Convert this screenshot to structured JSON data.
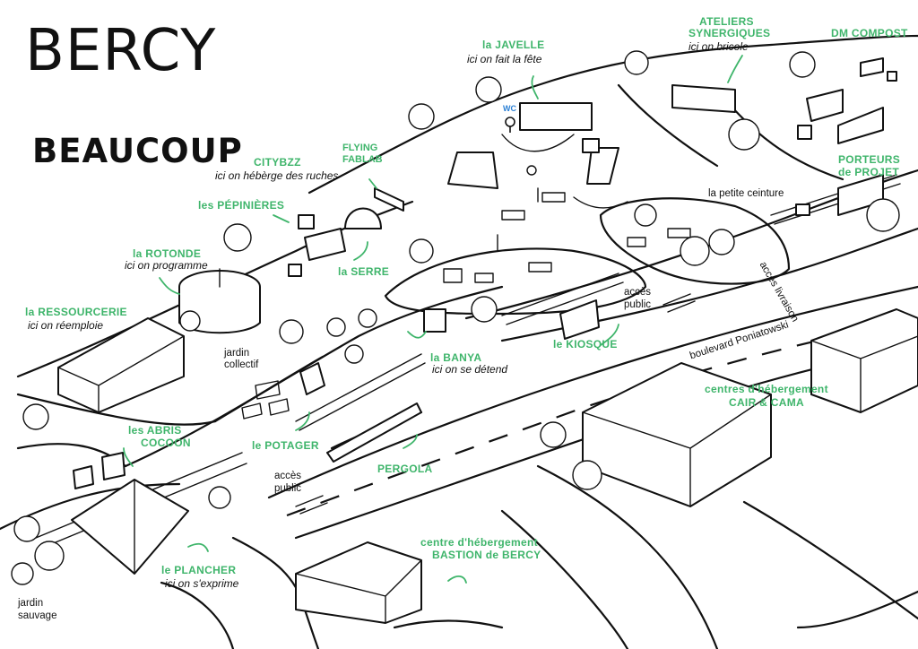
{
  "title": {
    "line1": "BERCY",
    "line2": "BEAUCOUP"
  },
  "colors": {
    "accent_green": "#3fb56b",
    "ink": "#111111",
    "wc_blue": "#2a7fd4"
  },
  "places": {
    "javelle": {
      "name": "la JAVELLE",
      "desc": "ici on fait la fête"
    },
    "ateliers": {
      "name1": "ATELIERS",
      "name2": "SYNERGIQUES",
      "desc": "ici on bricole"
    },
    "dm_compost": {
      "name": "DM COMPOST"
    },
    "citybzz": {
      "name": "CITYBZZ",
      "desc": "ici on hébèrge des ruches"
    },
    "flying_fablab": {
      "name1": "FLYING",
      "name2": "FABLAB"
    },
    "pepinieres": {
      "name": "les PÉPINIÈRES"
    },
    "rotonde": {
      "name": "la ROTONDE",
      "desc": "ici on programme"
    },
    "serre": {
      "name": "la SERRE"
    },
    "ressourcerie": {
      "name": "la RESSOURCERIE",
      "desc": "ici on réemploie"
    },
    "porteurs": {
      "name1": "PORTEURS",
      "name2": "de PROJET"
    },
    "petite_ceinture": {
      "name": "la petite ceinture"
    },
    "acces_livraison": {
      "name": "accès livraison"
    },
    "acces_public_1": {
      "name1": "accès",
      "name2": "public"
    },
    "acces_public_2": {
      "name1": "accès",
      "name2": "public"
    },
    "boulevard": {
      "name": "boulevard Poniatowski"
    },
    "kiosque": {
      "name": "le KIOSQUE"
    },
    "banya": {
      "name": "la BANYA",
      "desc": "ici on se détend"
    },
    "jardin_collectif": {
      "name1": "jardin",
      "name2": "collectif"
    },
    "potager": {
      "name": "le POTAGER"
    },
    "pergola": {
      "name": "PERGOLA"
    },
    "abris_cocoon": {
      "name1": "les ABRIS",
      "name2": "COCOON"
    },
    "centres_cair": {
      "name1": "centres d'hébergement",
      "name2": "CAIR & CAMA"
    },
    "plancher": {
      "name": "le PLANCHER",
      "desc": "ici on s'exprime"
    },
    "bastion": {
      "name1": "centre d'hébergement",
      "name2": "BASTION de BERCY"
    },
    "jardin_sauvage": {
      "name1": "jardin",
      "name2": "sauvage"
    },
    "wc": {
      "name": "WC"
    }
  }
}
